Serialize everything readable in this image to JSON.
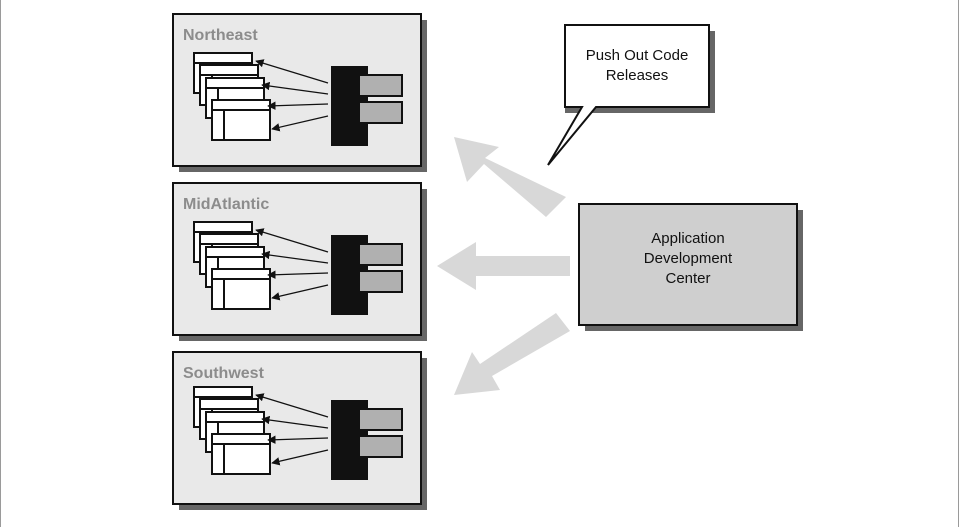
{
  "diagram": {
    "regions": [
      {
        "name": "Northeast"
      },
      {
        "name": "MidAtlantic"
      },
      {
        "name": "Southwest"
      }
    ],
    "callout": {
      "lines": [
        "Push Out Code",
        "Releases"
      ]
    },
    "center": {
      "lines": [
        "Application",
        "Development",
        "Center"
      ]
    },
    "colors": {
      "region_fill": "#e9e9e9",
      "center_fill": "#cfcfcf",
      "big_arrow": "#d8d8d8",
      "server_body": "#111111",
      "server_drive": "#b0b0b0"
    }
  }
}
